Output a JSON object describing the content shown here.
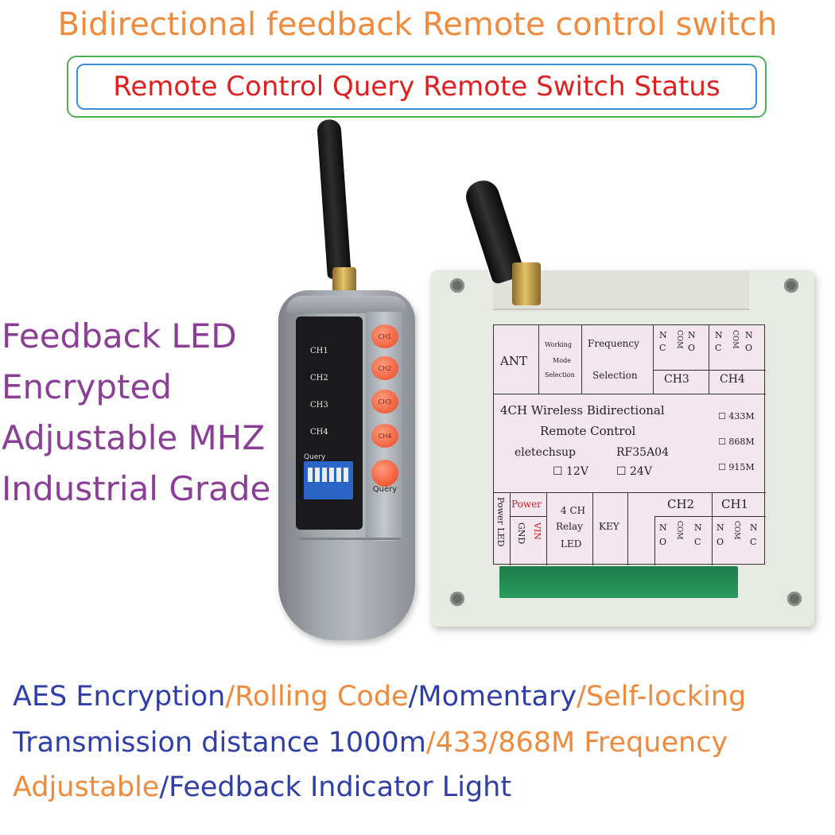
{
  "headline": {
    "title": "Bidirectional feedback Remote control switch",
    "subtitle": "Remote Control Query Remote Switch Status"
  },
  "features": [
    "Feedback LED",
    "Encrypted",
    "Adjustable MHZ",
    "Industrial Grade"
  ],
  "bottom": {
    "line1": [
      {
        "text": "AES Encryption",
        "color": "blue"
      },
      {
        "text": "/Rolling Code",
        "color": "orange"
      },
      {
        "text": "/Momentary",
        "color": "blue"
      },
      {
        "text": "/Self-locking",
        "color": "orange"
      }
    ],
    "line2": [
      {
        "text": "Transmission distance 1000m",
        "color": "blue"
      },
      {
        "text": "/433/868M Frequency",
        "color": "orange"
      }
    ],
    "line3": [
      {
        "text": "Adjustable",
        "color": "orange"
      },
      {
        "text": "/Feedback Indicator Light",
        "color": "blue"
      }
    ]
  },
  "remote": {
    "led_labels": [
      "CH1",
      "CH2",
      "CH3",
      "CH4"
    ],
    "button_labels": [
      "CH1",
      "CH2",
      "CH3",
      "CH4"
    ],
    "query_label": "Query",
    "dip_caption": "Query"
  },
  "receiver": {
    "ant": "ANT",
    "working": "Working",
    "mode": "Mode",
    "selection_small": "Selection",
    "frequency": "Frequency",
    "selection": "Selection",
    "ch3": "CH3",
    "ch4": "CH4",
    "top_terms": [
      "N",
      "C",
      "C",
      "N",
      "O",
      "N",
      "C",
      "C",
      "N",
      "O"
    ],
    "com": "COM",
    "desc1": "4CH Wireless Bidirectional",
    "desc2": "Remote Control",
    "brand": "eletechsup",
    "model": "RF35A04",
    "v12": "12V",
    "v24": "24V",
    "f433": "433M",
    "f868": "868M",
    "f915": "915M",
    "power_led": "Power LED",
    "power": "Power",
    "gnd": "GND",
    "vin": "VIN",
    "relay1": "4 CH",
    "relay2": "Relay",
    "relay3": "LED",
    "key": "KEY",
    "ch2": "CH2",
    "ch1": "CH1"
  },
  "colors": {
    "title": "#f08a3c",
    "subtitle": "#e02020",
    "feature": "#8a3e96",
    "blue": "#2f3ea8",
    "orange": "#f08a3c"
  }
}
